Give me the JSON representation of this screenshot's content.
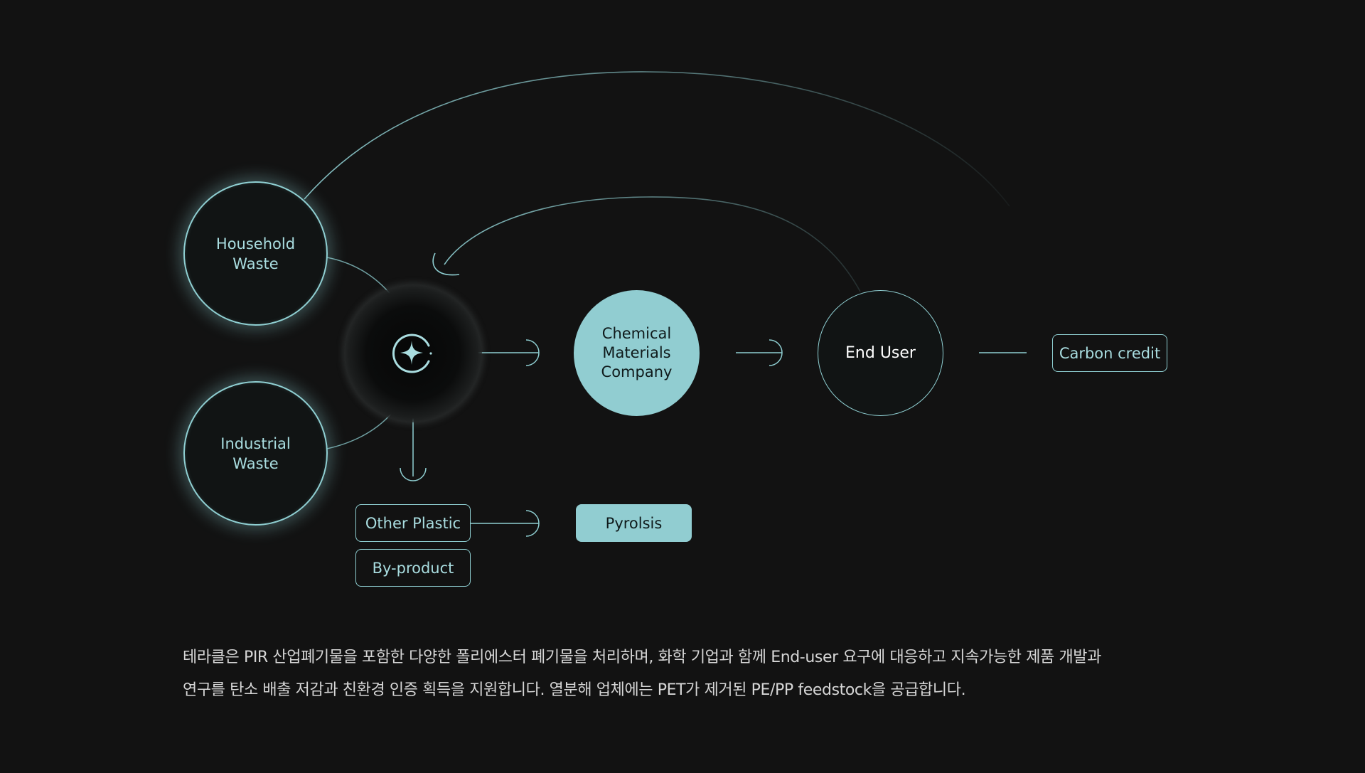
{
  "diagram": {
    "nodes": {
      "household": [
        "Household",
        "Waste"
      ],
      "industrial": [
        "Industrial",
        "Waste"
      ],
      "chemical": [
        "Chemical",
        "Materials",
        "Company"
      ],
      "end_user": "End User",
      "carbon_credit": "Carbon credit",
      "other_plastic": "Other Plastic",
      "by_product": "By-product",
      "pyrolsis": "Pyrolsis"
    },
    "hub_icon": "sparkle-icon"
  },
  "description": {
    "line1": "테라클은 PIR 산업폐기물을 포함한 다양한 폴리에스터 폐기물을 처리하며, 화학 기업과 함께 End-user 요구에 대응하고 지속가능한 제품 개발과",
    "line2": "연구를 탄소 배출 저감과 친환경 인증 획득을 지원합니다. 열분해 업체에는 PET가 제거된 PE/PP feedstock을 공급합니다."
  },
  "colors": {
    "background": "#121212",
    "accent": "#91cdd1",
    "line": "#8fcfd2",
    "text_light": "#a9dde0"
  }
}
